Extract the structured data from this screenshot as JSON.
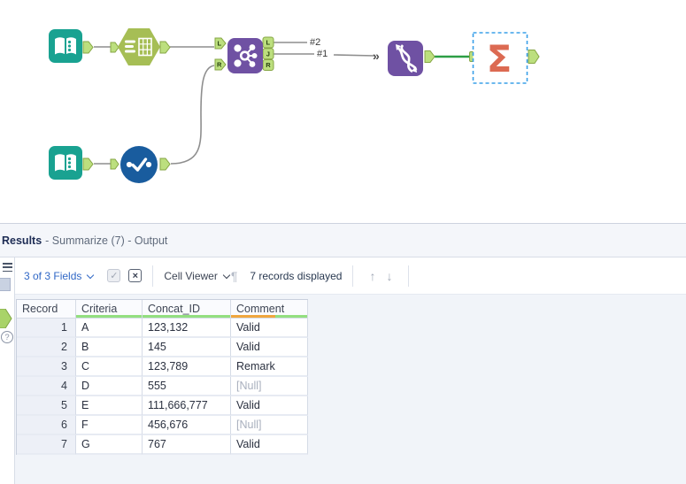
{
  "canvas": {
    "join": {
      "in_l": "L",
      "in_r": "R",
      "out_l": "L",
      "out_j": "J",
      "out_r": "R"
    },
    "labels": {
      "conn2": "#2",
      "conn1": "#1",
      "multi": "»"
    },
    "summarize_sigma": "Σ"
  },
  "results": {
    "title_bold": "Results",
    "title_rest": "- Summarize (7) - Output",
    "toolbar": {
      "fields_label": "3 of 3 Fields",
      "check_glyph": "✓",
      "x_glyph": "×",
      "cell_viewer_label": "Cell Viewer",
      "pilcrow": "¶",
      "records_label": "7 records displayed",
      "up": "↑",
      "down": "↓"
    },
    "strip": {
      "help": "?"
    },
    "table": {
      "columns": [
        "Record",
        "Criteria",
        "Concat_ID",
        "Comment"
      ],
      "rows": [
        {
          "record": "1",
          "criteria": "A",
          "concat_id": "123,132",
          "comment": "Valid"
        },
        {
          "record": "2",
          "criteria": "B",
          "concat_id": "145",
          "comment": "Valid"
        },
        {
          "record": "3",
          "criteria": "C",
          "concat_id": "123,789",
          "comment": "Remark"
        },
        {
          "record": "4",
          "criteria": "D",
          "concat_id": "555",
          "comment": "[Null]"
        },
        {
          "record": "5",
          "criteria": "E",
          "concat_id": "111,666,777",
          "comment": "Valid"
        },
        {
          "record": "6",
          "criteria": "F",
          "concat_id": "456,676",
          "comment": "[Null]"
        },
        {
          "record": "7",
          "criteria": "G",
          "concat_id": "767",
          "comment": "Valid"
        }
      ]
    }
  },
  "colors": {
    "input_tool_teal": "#19a291",
    "text_input_green": "#a6be55",
    "join_union_purple": "#6f51a3",
    "select_blue": "#195c9e",
    "summarize_orange": "#dc6a52",
    "anchor_green": "#bcdf7e",
    "anchor_border": "#86a644",
    "wire_gray": "#8e8e8e",
    "selected_wire_green": "#2c9e45",
    "selection_dashed_blue": "#3aa0e8",
    "fields_link_blue": "#3168c6",
    "quality_green": "#93df80",
    "quality_orange": "#f0a63e"
  }
}
